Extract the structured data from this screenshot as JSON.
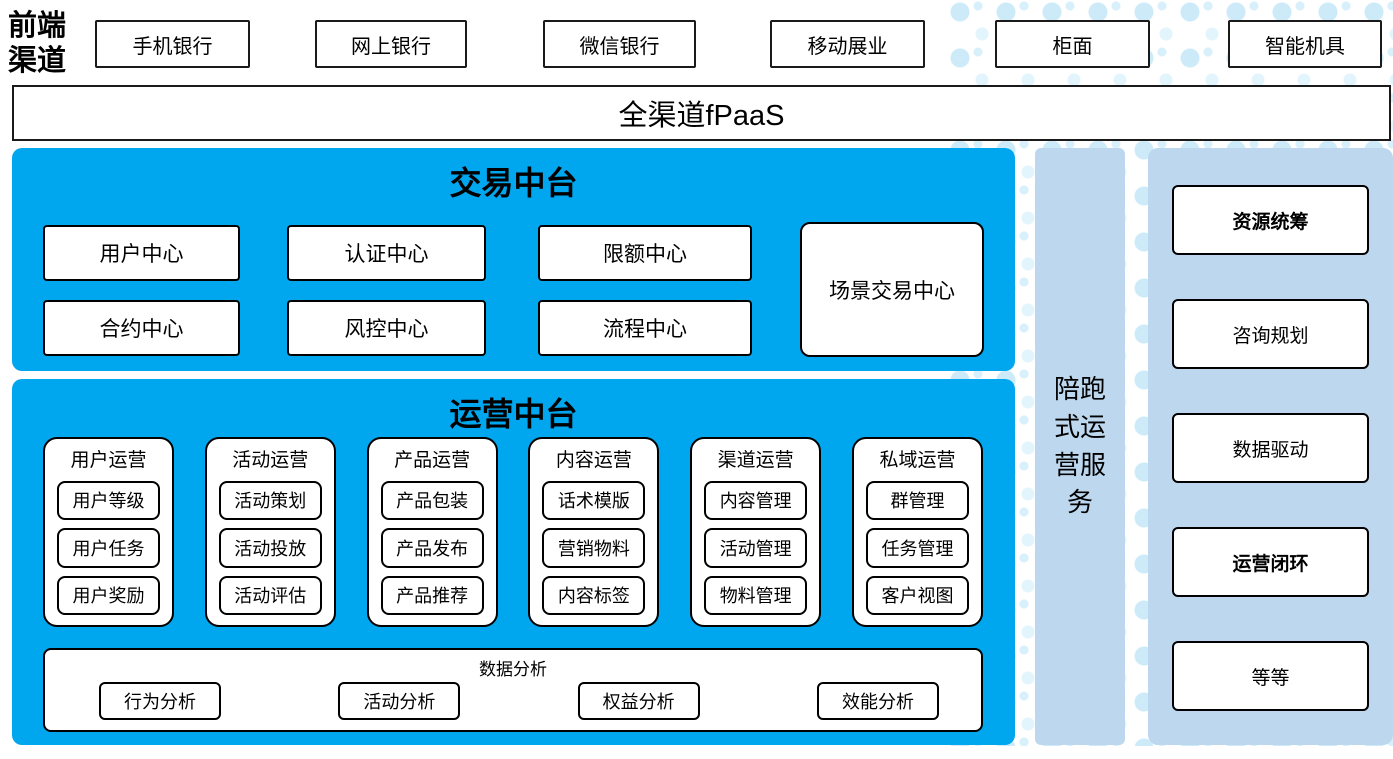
{
  "front_channels": {
    "label": "前端渠道",
    "items": [
      "手机银行",
      "网上银行",
      "微信银行",
      "移动展业",
      "柜面",
      "智能机具"
    ]
  },
  "fpaas_bar": {
    "label": "全渠道fPaaS"
  },
  "transaction_platform": {
    "title": "交易中台",
    "centers_row1": [
      "用户中心",
      "认证中心",
      "限额中心"
    ],
    "centers_row2": [
      "合约中心",
      "风控中心",
      "流程中心"
    ],
    "scene_center": "场景交易中心"
  },
  "operation_platform": {
    "title": "运营中台",
    "columns": [
      {
        "title": "用户运营",
        "items": [
          "用户等级",
          "用户任务",
          "用户奖励"
        ]
      },
      {
        "title": "活动运营",
        "items": [
          "活动策划",
          "活动投放",
          "活动评估"
        ]
      },
      {
        "title": "产品运营",
        "items": [
          "产品包装",
          "产品发布",
          "产品推荐"
        ]
      },
      {
        "title": "内容运营",
        "items": [
          "话术模版",
          "营销物料",
          "内容标签"
        ]
      },
      {
        "title": "渠道运营",
        "items": [
          "内容管理",
          "活动管理",
          "物料管理"
        ]
      },
      {
        "title": "私域运营",
        "items": [
          "群管理",
          "任务管理",
          "客户视图"
        ]
      }
    ],
    "data_analysis": {
      "title": "数据分析",
      "items": [
        "行为分析",
        "活动分析",
        "权益分析",
        "效能分析"
      ]
    }
  },
  "side_service": {
    "label": "陪跑式运营服务"
  },
  "service_items": [
    "资源统筹",
    "咨询规划",
    "数据驱动",
    "运营闭环",
    "等等"
  ],
  "colors": {
    "primary_blue": "#00a7ee",
    "light_blue": "#bcd7ee",
    "dot_color": "#cdeaf9",
    "border_black": "#000000"
  }
}
